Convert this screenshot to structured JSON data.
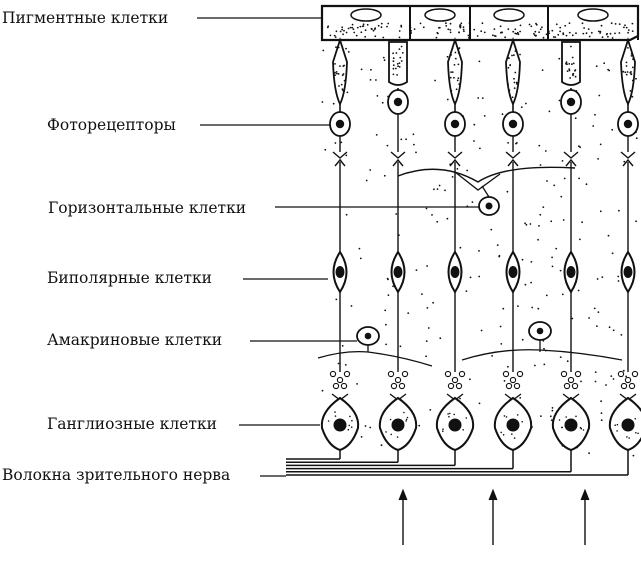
{
  "labels": {
    "pigment": "Пигментные клетки",
    "photoreceptors": "Фоторецепторы",
    "horizontal": "Горизонтальные клетки",
    "bipolar": "Биполярные клетки",
    "amacrine": "Амакриновые клетки",
    "ganglion": "Ганглиозные клетки",
    "optic_nerve": "Волокна зрительного нерва"
  },
  "colors": {
    "ink": "#111111",
    "paper": "#ffffff"
  }
}
